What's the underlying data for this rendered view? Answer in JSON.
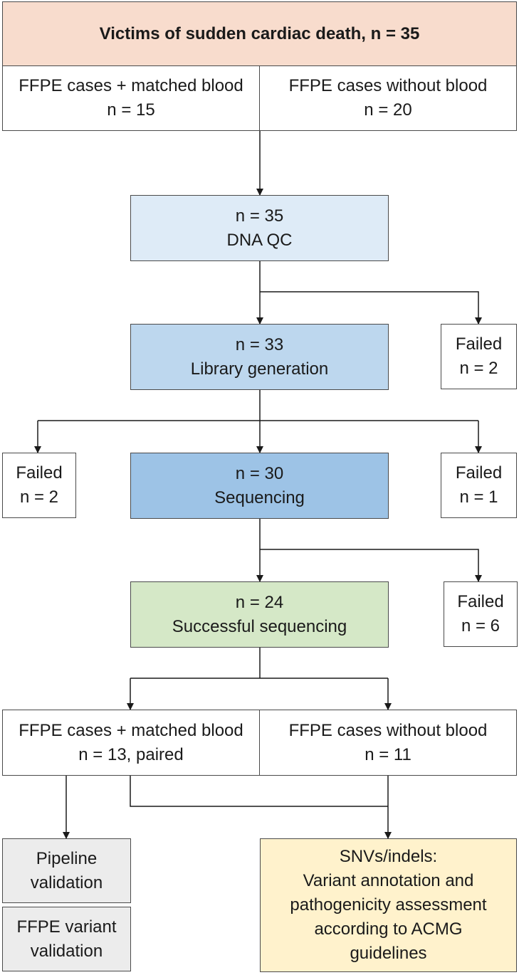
{
  "header": {
    "title": "Victims of sudden cardiac death, n = 35"
  },
  "cohort": {
    "with_blood": {
      "line1": "FFPE cases + matched blood",
      "line2": "n = 15"
    },
    "without_blood": {
      "line1": "FFPE cases without blood",
      "line2": "n = 20"
    }
  },
  "dna_qc": {
    "line1": "n = 35",
    "line2": "DNA QC"
  },
  "library": {
    "line1": "n = 33",
    "line2": "Library generation"
  },
  "library_failed": {
    "line1": "Failed",
    "line2": "n = 2"
  },
  "sequencing": {
    "line1": "n = 30",
    "line2": "Sequencing"
  },
  "seq_failed_left": {
    "line1": "Failed",
    "line2": "n = 2"
  },
  "seq_failed_right": {
    "line1": "Failed",
    "line2": "n = 1"
  },
  "successful": {
    "line1": "n = 24",
    "line2": "Successful sequencing"
  },
  "successful_failed": {
    "line1": "Failed",
    "line2": "n = 6"
  },
  "split": {
    "with_blood": {
      "line1": "FFPE cases + matched blood",
      "line2": "n = 13, paired"
    },
    "without_blood": {
      "line1": "FFPE cases without blood",
      "line2": "n = 11"
    }
  },
  "outcomes": {
    "pipeline": {
      "line1": "Pipeline",
      "line2": "validation"
    },
    "ffpe_variant": {
      "line1": "FFPE variant",
      "line2": "validation"
    },
    "snv": {
      "line1": "SNVs/indels:",
      "line2": "Variant annotation and",
      "line3": "pathogenicity assessment",
      "line4": "according to ACMG",
      "line5": "guidelines"
    }
  },
  "colors": {
    "title_fill": "#f8dccd",
    "dna_qc_fill": "#deebf7",
    "library_fill": "#bdd7ee",
    "sequencing_fill": "#9dc3e6",
    "successful_fill": "#d5e8c7",
    "validation_fill": "#ececec",
    "snv_fill": "#fff2cc",
    "line": "#1a1a1a"
  }
}
